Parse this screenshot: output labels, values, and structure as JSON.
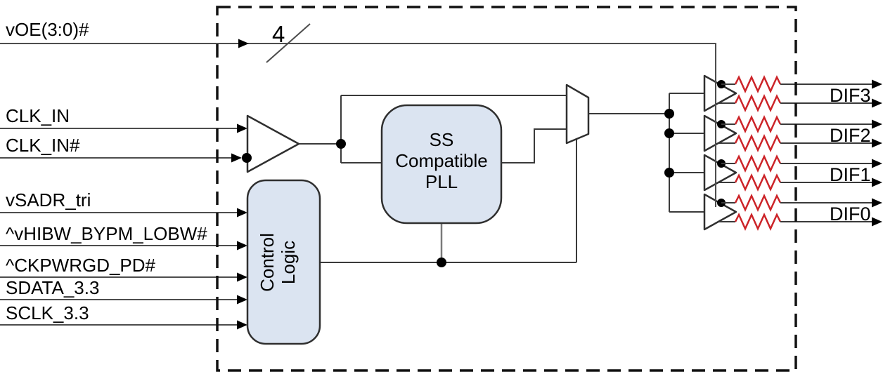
{
  "diagram": {
    "inputs": [
      {
        "label": "vOE(3:0)#"
      },
      {
        "label": "CLK_IN"
      },
      {
        "label": "CLK_IN#"
      },
      {
        "label": "vSADR_tri"
      },
      {
        "label": "^vHIBW_BYPM_LOBW#"
      },
      {
        "label": "^CKPWRGD_PD#"
      },
      {
        "label": "SDATA_3.3"
      },
      {
        "label": "SCLK_3.3"
      }
    ],
    "bus_width_label": "4",
    "blocks": {
      "pll": [
        "SS",
        "Compatible",
        "PLL"
      ],
      "control_logic": [
        "Control",
        "Logic"
      ]
    },
    "outputs": [
      {
        "label": "DIF3"
      },
      {
        "label": "DIF2"
      },
      {
        "label": "DIF1"
      },
      {
        "label": "DIF0"
      }
    ],
    "colors": {
      "resistor_red": "#cc2328",
      "block_fill": "#dbe4f1",
      "line_gray": "#4d4d4d",
      "border_black": "#111111"
    }
  }
}
